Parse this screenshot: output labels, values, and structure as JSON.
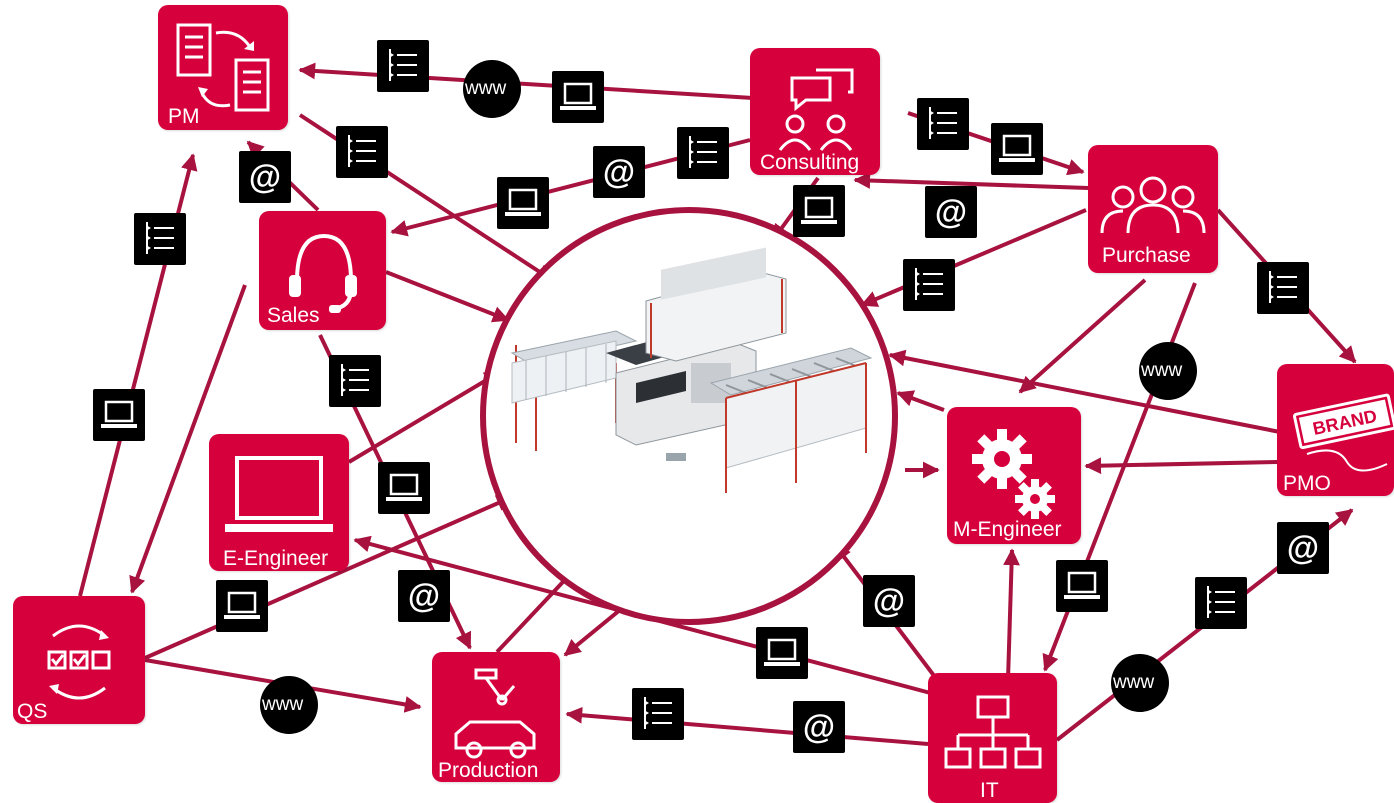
{
  "diagram": {
    "nodes": {
      "pm": {
        "label": "PM",
        "icon": "document-exchange-icon"
      },
      "consulting": {
        "label": "Consulting",
        "icon": "people-chat-icon"
      },
      "purchase": {
        "label": "Purchase",
        "icon": "group-icon"
      },
      "sales": {
        "label": "Sales",
        "icon": "headset-icon"
      },
      "pmo": {
        "label": "PMO",
        "icon": "brand-tag-icon",
        "tag_text": "BRAND"
      },
      "m_engineer": {
        "label": "M-Engineer",
        "icon": "gears-icon"
      },
      "e_engineer": {
        "label": "E-Engineer",
        "icon": "monitor-icon"
      },
      "qs": {
        "label": "QS",
        "icon": "checklist-cycle-icon"
      },
      "production": {
        "label": "Production",
        "icon": "robot-arm-car-icon"
      },
      "it": {
        "label": "IT",
        "icon": "network-hierarchy-icon"
      }
    },
    "center": {
      "icon": "screen-printing-machine-icon"
    },
    "badges": {
      "at_symbol": "@",
      "www_text": "www",
      "kinds": [
        "list-icon",
        "laptop-icon",
        "at-icon",
        "www-icon"
      ]
    },
    "colors": {
      "node": "#d6003c",
      "arrow": "#a8123f",
      "badge": "#000000",
      "text": "#ffffff"
    }
  }
}
